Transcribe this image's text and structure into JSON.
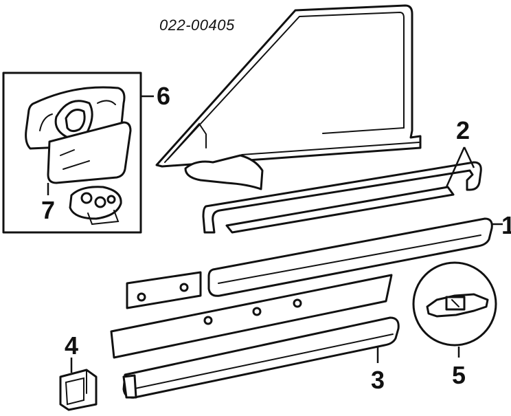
{
  "diagram": {
    "reference_code": "022-00405",
    "callouts": [
      {
        "id": "1",
        "label": "1"
      },
      {
        "id": "2",
        "label": "2"
      },
      {
        "id": "3",
        "label": "3"
      },
      {
        "id": "4",
        "label": "4"
      },
      {
        "id": "5",
        "label": "5"
      },
      {
        "id": "6",
        "label": "6"
      },
      {
        "id": "7",
        "label": "7"
      }
    ]
  },
  "colors": {
    "line": "#111111",
    "background": "#ffffff"
  }
}
